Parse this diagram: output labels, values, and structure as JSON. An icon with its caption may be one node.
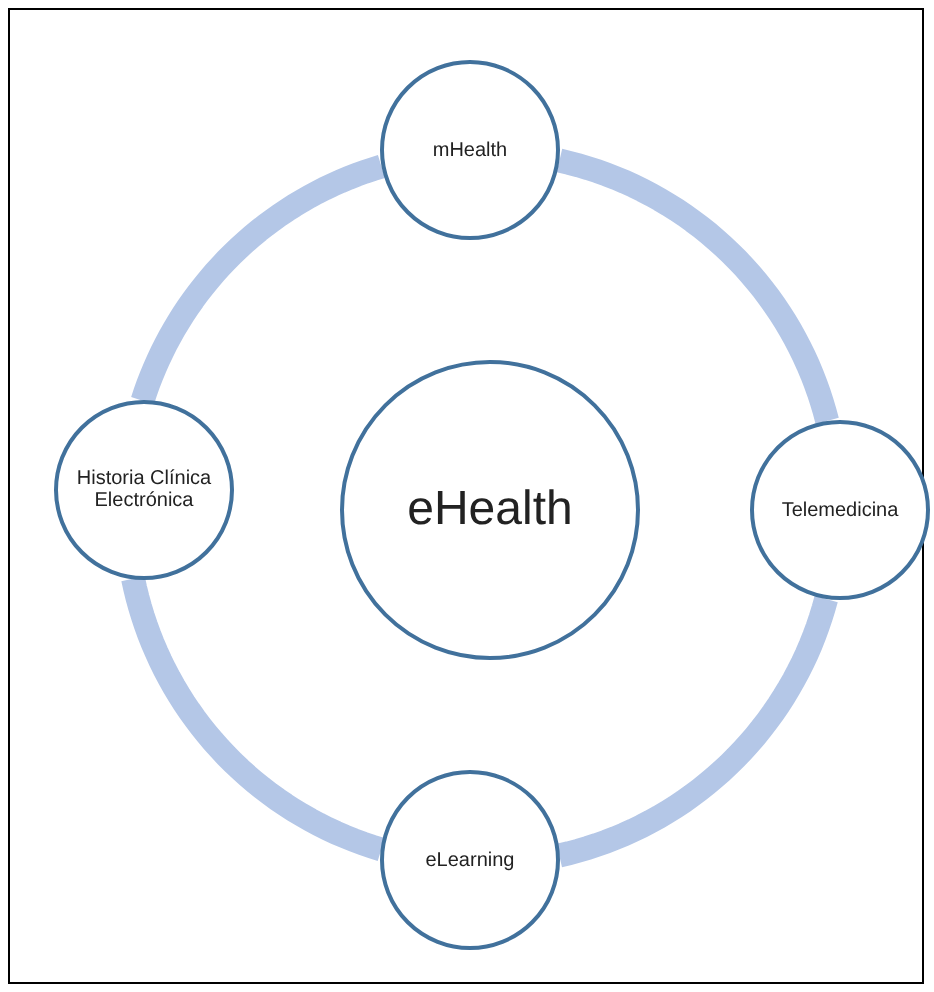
{
  "diagram": {
    "nodes": [
      {
        "text": [
          "eHealth"
        ]
      },
      {
        "text": [
          "mHealth"
        ]
      },
      {
        "text": [
          "Telemedicina"
        ]
      },
      {
        "text": [
          "eLearning"
        ]
      },
      {
        "text": [
          "Historia Clínica Electrónica"
        ]
      }
    ],
    "edges": [
      {
        "from": 1,
        "to": 2,
        "arrow": "none"
      },
      {
        "from": 2,
        "to": 3,
        "arrow": "none"
      },
      {
        "from": 3,
        "to": 4,
        "arrow": "none"
      },
      {
        "from": 4,
        "to": 1,
        "arrow": "none"
      }
    ]
  }
}
